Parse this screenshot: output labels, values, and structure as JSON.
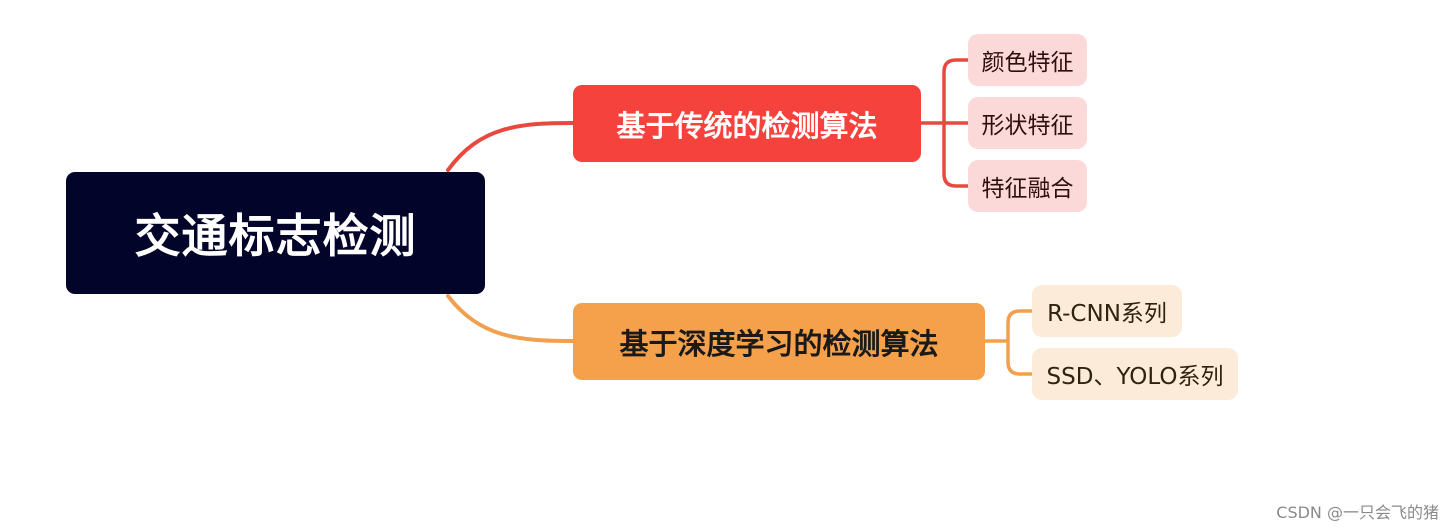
{
  "diagram": {
    "root": {
      "label": "交通标志检测",
      "color": "#02042a"
    },
    "branches": [
      {
        "label": "基于传统的检测算法",
        "color": "#f5423c",
        "leaf_color": "#fbd9d8",
        "leaves": [
          "颜色特征",
          "形状特征",
          "特征融合"
        ]
      },
      {
        "label": "基于深度学习的检测算法",
        "color": "#f5a14b",
        "leaf_color": "#fdebd9",
        "leaves": [
          "R-CNN系列",
          "SSD、YOLO系列"
        ]
      }
    ]
  },
  "watermark": "CSDN @一只会飞的猪"
}
